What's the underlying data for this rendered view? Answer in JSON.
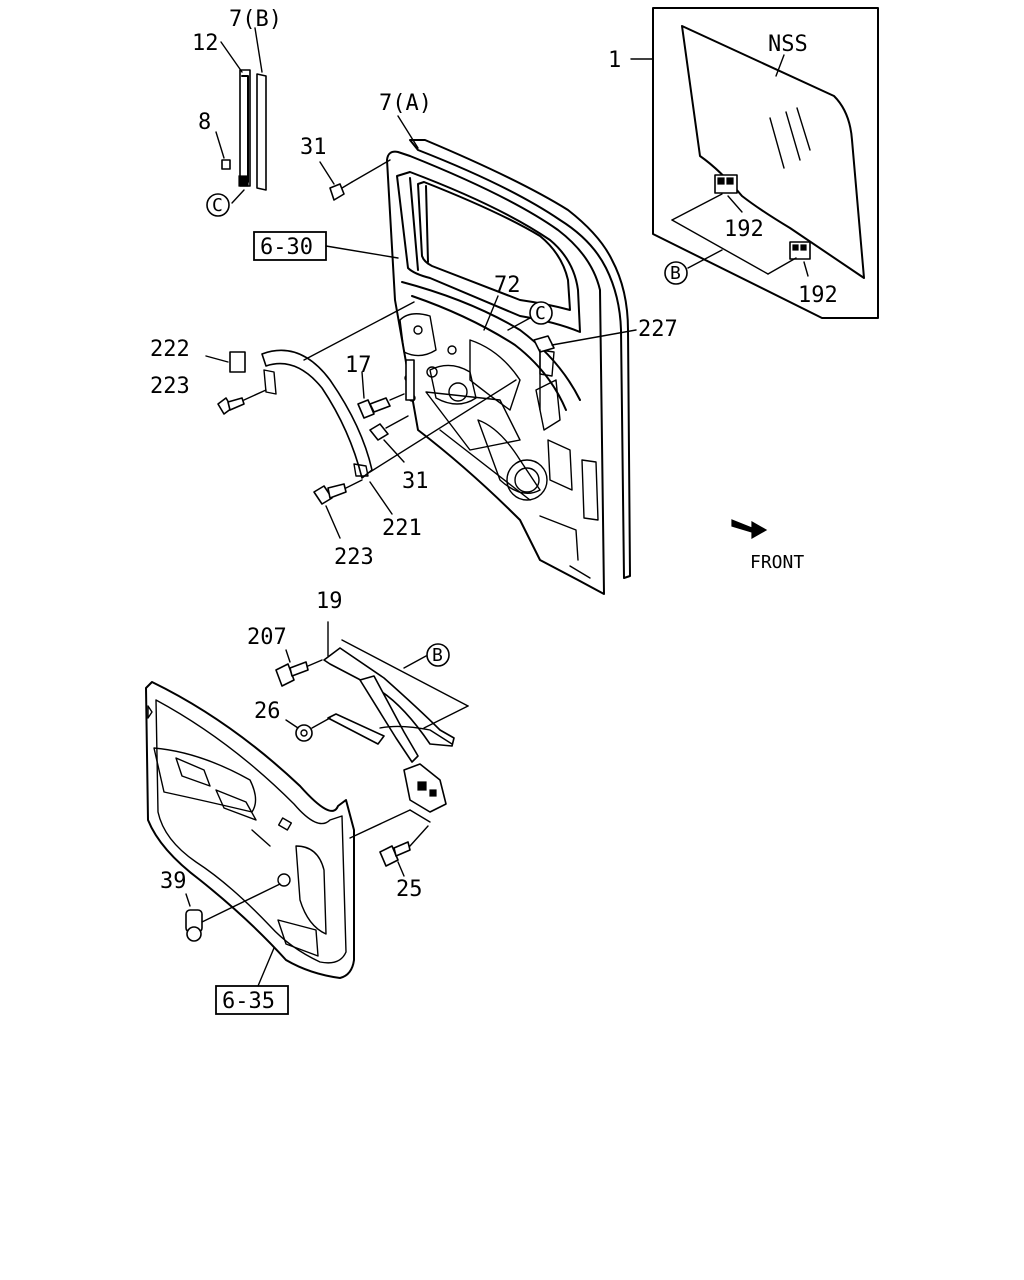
{
  "labels": {
    "p1": "1",
    "nss": "NSS",
    "p192a": "192",
    "p192b": "192",
    "ref_b_top": "B",
    "p7b": "7(B)",
    "p12": "12",
    "p8": "8",
    "ref_c_left": "C",
    "p31_top": "31",
    "p7a": "7(A)",
    "ref_630": "6-30",
    "p72": "72",
    "ref_c_mid": "C",
    "p227": "227",
    "p222": "222",
    "p223_top": "223",
    "p17": "17",
    "p31_mid": "31",
    "p221": "221",
    "p223_bot": "223",
    "front": "FRONT",
    "p19": "19",
    "p207": "207",
    "ref_b_bot": "B",
    "p26": "26",
    "p39": "39",
    "p25": "25",
    "ref_635": "6-35"
  },
  "icons": {
    "front_arrow": "front-direction-arrow-icon"
  }
}
